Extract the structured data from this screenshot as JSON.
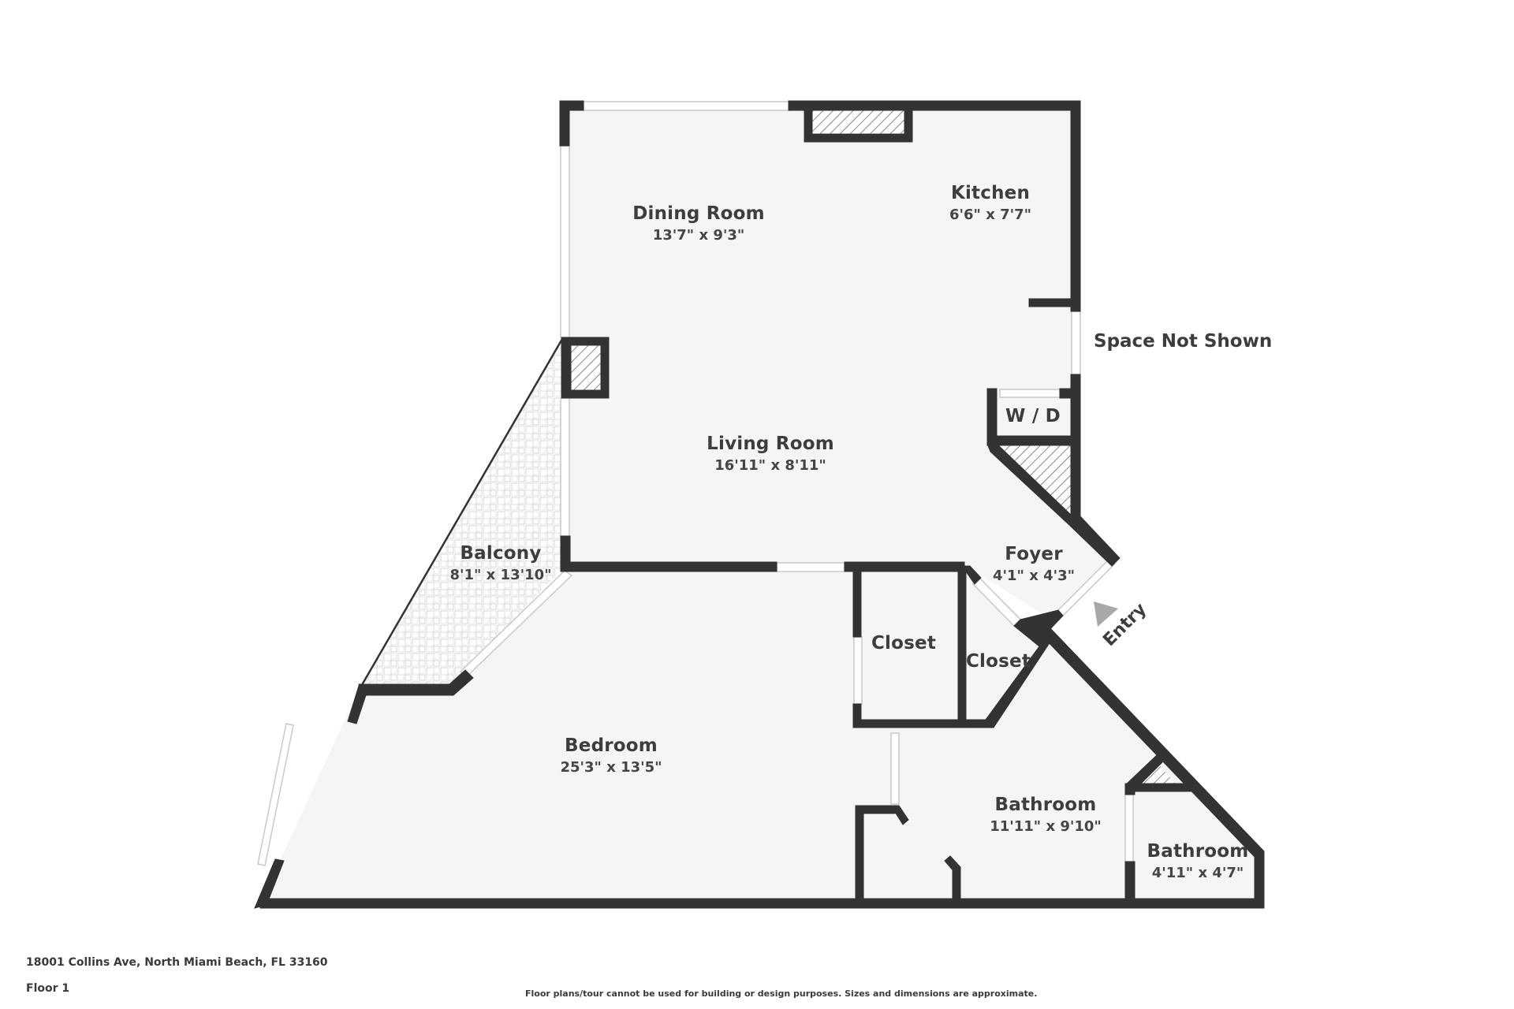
{
  "floorplan": {
    "colors": {
      "wall": "#333333",
      "floor": "#f5f5f5",
      "window": "#ffffff",
      "window_edge": "#c8c8c8",
      "hatch": "#555555",
      "tile": "#d9d9d9",
      "entry_arrow": "#a8a8a8",
      "text": "#3d3d3d"
    },
    "rooms": [
      {
        "id": "dining-room",
        "name": "Dining Room",
        "dimensions": "13'7\" x 9'3\""
      },
      {
        "id": "kitchen",
        "name": "Kitchen",
        "dimensions": "6'6\" x 7'7\""
      },
      {
        "id": "living-room",
        "name": "Living Room",
        "dimensions": "16'11\" x 8'11\""
      },
      {
        "id": "balcony",
        "name": "Balcony",
        "dimensions": "8'1\" x 13'10\""
      },
      {
        "id": "foyer",
        "name": "Foyer",
        "dimensions": "4'1\" x 4'3\""
      },
      {
        "id": "bedroom",
        "name": "Bedroom",
        "dimensions": "25'3\" x 13'5\""
      },
      {
        "id": "bathroom-main",
        "name": "Bathroom",
        "dimensions": "11'11\" x 9'10\""
      },
      {
        "id": "bathroom-small",
        "name": "Bathroom",
        "dimensions": "4'11\" x 4'7\""
      }
    ],
    "unlabeled_rooms": [
      {
        "id": "closet-1",
        "name": "Closet"
      },
      {
        "id": "closet-2",
        "name": "Closet"
      },
      {
        "id": "laundry",
        "name": "W / D"
      }
    ],
    "annotations": {
      "space_not_shown": "Space Not Shown",
      "entry": "Entry"
    }
  },
  "footer": {
    "address": "18001 Collins Ave, North Miami Beach, FL 33160",
    "floor": "Floor 1",
    "disclaimer": "Floor plans/tour cannot be used for building or design purposes. Sizes and dimensions are approximate."
  }
}
